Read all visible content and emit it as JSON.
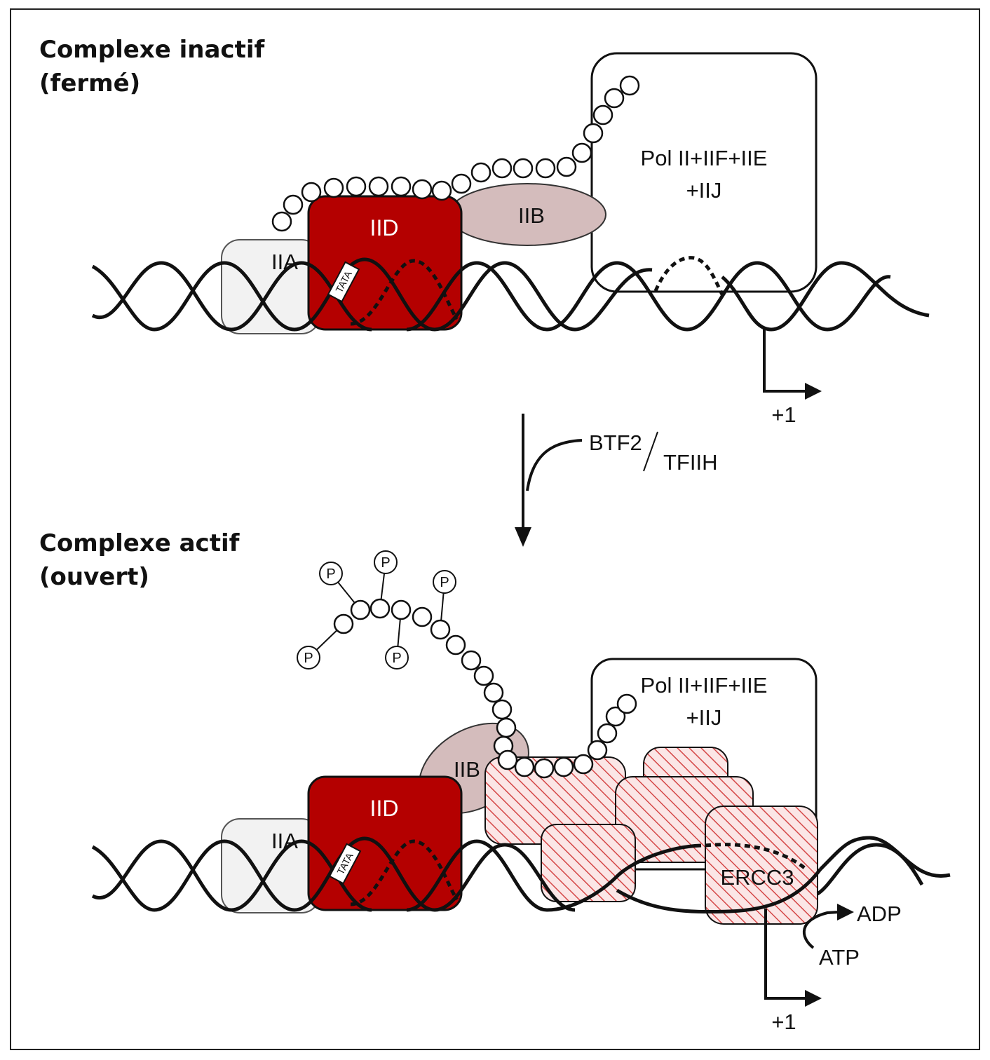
{
  "colors": {
    "iid": "#b40000",
    "iib": "#d4bcbc",
    "iia": "#f2f2f2",
    "hatch": "#d54848",
    "hatch_bg": "#fbe6e6",
    "line": "#111111"
  },
  "top": {
    "heading_line1": "Complexe inactif",
    "heading_line2": "(fermé)",
    "iia": "IIA",
    "iid": "IID",
    "tata": "TATA",
    "iib": "IIB",
    "pol_line1": "Pol II+IIF+IIE",
    "pol_line2": "+IIJ",
    "start": "+1"
  },
  "transition": {
    "btf2": "BTF2",
    "tfiih": "TFIIH"
  },
  "bottom": {
    "heading_line1": "Complexe actif",
    "heading_line2": "(ouvert)",
    "iia": "IIA",
    "iid": "IID",
    "tata": "TATA",
    "iib": "IIB",
    "pol_line1": "Pol II+IIF+IIE",
    "pol_line2": "+IIJ",
    "ercc3": "ERCC3",
    "adp": "ADP",
    "atp": "ATP",
    "start": "+1",
    "phospho": "P"
  }
}
